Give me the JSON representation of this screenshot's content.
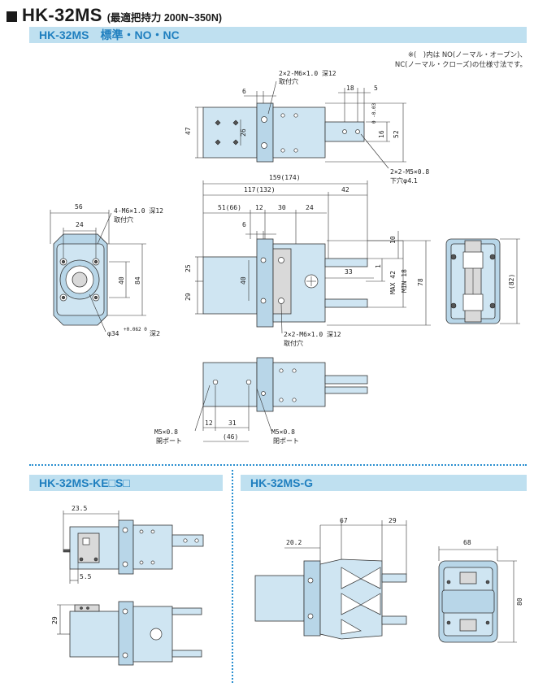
{
  "header": {
    "model": "HK-32MS",
    "subtitle": "(最適把持力 200N~350N)"
  },
  "sections": {
    "main_bar": "HK-32MS　標準・NO・NC",
    "ke_bar": "HK-32MS-KE□S□",
    "g_bar": "HK-32MS-G"
  },
  "note": {
    "line1": "※(　)内は NO(ノーマル・オープン)、",
    "line2": "NC(ノーマル・クローズ)の仕様寸法です。"
  },
  "dims": {
    "top_hole": "2×2-M6×1.0 深12",
    "top_hole_sub": "取付穴",
    "d6a": "6",
    "d18": "18",
    "d5": "5",
    "d47": "47",
    "d26": "26",
    "d16": "16",
    "d16tol": "0\n-0.03",
    "d52": "52",
    "m5": "2×2-M5×0.8",
    "m5sub": "下穴φ4.1",
    "d159": "159(174)",
    "d117": "117(132)",
    "d42": "42",
    "d51": "51(66)",
    "d12": "12",
    "d30": "30",
    "d24": "24",
    "d6b": "6",
    "d10": "10",
    "d33": "33",
    "d1": "1",
    "max42": "MAX 42",
    "min18": "MIN 18",
    "d78": "78",
    "d25": "25",
    "d29": "29",
    "d40": "40",
    "front_56": "56",
    "front_24": "24",
    "front_hole": "4-M6×1.0 深12",
    "front_hole_sub": "取付穴",
    "front_40": "40",
    "front_84": "84",
    "front_phi": "φ34",
    "front_phi_tol": "+0.062 0",
    "front_deep": "深2",
    "mid_hole": "2×2-M6×1.0 深12",
    "mid_hole_sub": "取付穴",
    "side_82": "(82)",
    "port_left": "M5×0.8",
    "port_left_sub": "開ポート",
    "port_right": "M5×0.8",
    "port_right_sub": "閉ポート",
    "p12": "12",
    "p31": "31",
    "p46": "(46)",
    "ke_235": "23.5",
    "ke_55": "5.5",
    "ke_29": "29",
    "g_67": "67",
    "g_29": "29",
    "g_202": "20.2",
    "g_68": "68",
    "g_80": "80"
  },
  "colors": {
    "bar_bg": "#bfe0f0",
    "bar_text": "#1f7fbf",
    "body_fill": "#cfe5f2",
    "separator": "#2a8fd0"
  }
}
